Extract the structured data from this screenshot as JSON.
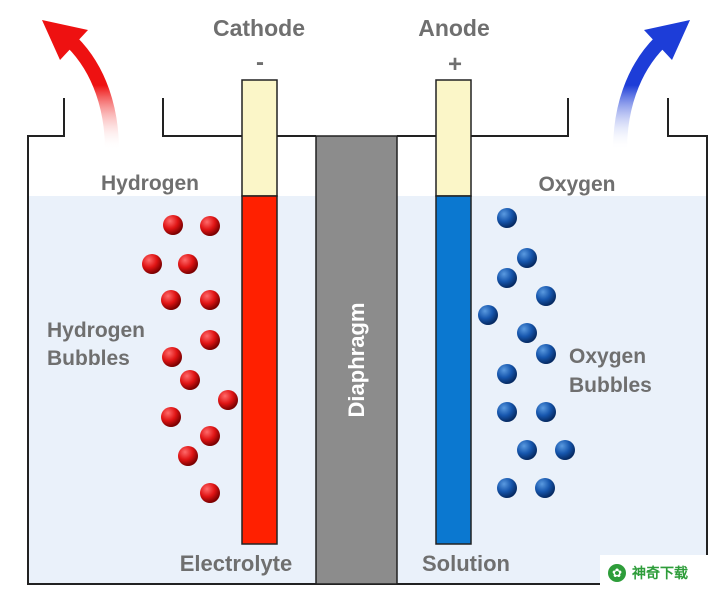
{
  "labels": {
    "cathode": "Cathode",
    "cathode_sign": "-",
    "anode": "Anode",
    "anode_sign": "+",
    "hydrogen": "Hydrogen",
    "oxygen": "Oxygen",
    "hydrogen_bubbles_line1": "Hydrogen",
    "hydrogen_bubbles_line2": "Bubbles",
    "oxygen_bubbles_line1": "Oxygen",
    "oxygen_bubbles_line2": "Bubbles",
    "diaphragm": "Diaphragm",
    "electrolyte": "Electrolyte",
    "solution": "Solution"
  },
  "watermark": {
    "text": "神奇下载"
  },
  "colors": {
    "cathode_electrode": "#ff2000",
    "anode_electrode": "#0b78d0",
    "electrode_top": "#fbf6c8",
    "hydrogen_bubble": "#e01414",
    "oxygen_bubble": "#1656ad",
    "hydrogen_arrow": "#ee1111",
    "oxygen_arrow": "#1d3dd8",
    "electrolyte": "#eaf1fa",
    "diaphragm": "#8c8c8c",
    "label": "#6f6f6f"
  }
}
